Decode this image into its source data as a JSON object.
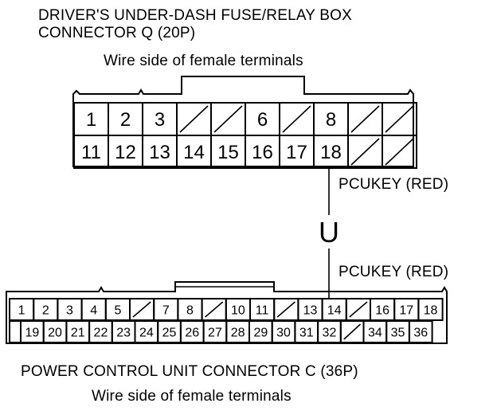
{
  "top_connector": {
    "title_line1": "DRIVER'S UNDER-DASH FUSE/RELAY BOX",
    "title_line2": "CONNECTOR Q (20P)",
    "subtitle": "Wire side of female terminals",
    "row1": [
      "1",
      "2",
      "3",
      "",
      "",
      "6",
      "",
      "8",
      "",
      ""
    ],
    "row2": [
      "11",
      "12",
      "13",
      "14",
      "15",
      "16",
      "17",
      "18",
      "",
      ""
    ],
    "wire_label": "PCUKEY (RED)"
  },
  "junction_symbol": "U",
  "bottom_connector": {
    "title": "POWER CONTROL UNIT CONNECTOR C (36P)",
    "subtitle": "Wire side of female terminals",
    "row1": [
      "1",
      "2",
      "3",
      "4",
      "5",
      "",
      "7",
      "8",
      "",
      "10",
      "11",
      "",
      "13",
      "14",
      "",
      "16",
      "17",
      "18"
    ],
    "row2": [
      "",
      "19",
      "20",
      "21",
      "22",
      "23",
      "24",
      "25",
      "26",
      "27",
      "28",
      "29",
      "30",
      "31",
      "32",
      "",
      "34",
      "35",
      "36"
    ],
    "wire_label": "PCUKEY (RED)"
  }
}
